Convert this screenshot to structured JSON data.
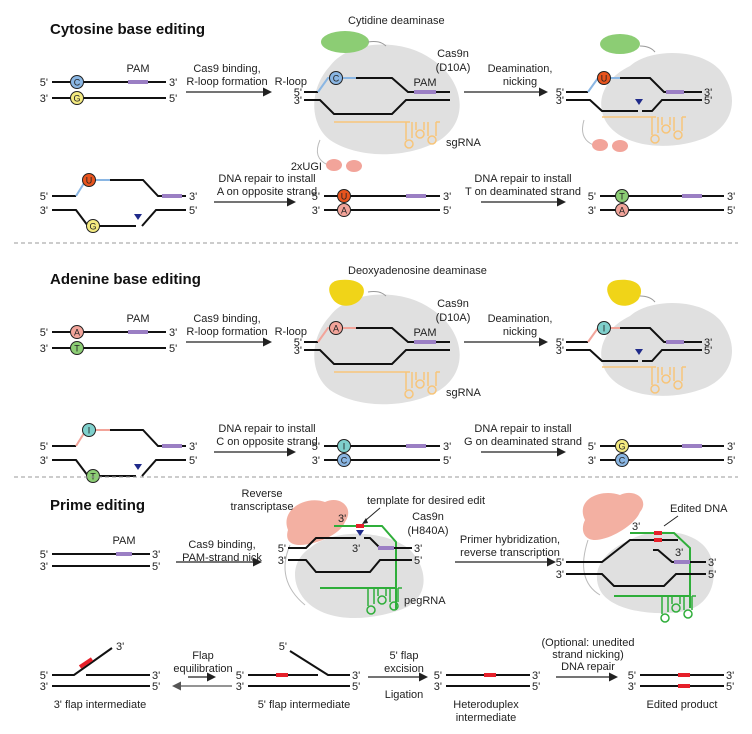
{
  "colors": {
    "strand": "#111111",
    "pam": "#9b7fc4",
    "cas9_body": "#e0e0e0",
    "cas9_label": "#a8a8a8",
    "cytidine_deaminase": "#8ccd74",
    "cytidine_label": "#6fbf4f",
    "rloop_cbe": "#8ab6e3",
    "rloop_abe": "#f2a49a",
    "ugi": "#f2a49a",
    "ugi_label": "#e98a80",
    "sgrna": "#f7c57a",
    "adenosine_deaminase": "#f0d418",
    "adenosine_label": "#d4b21a",
    "reverse_transcriptase": "#f3b0a2",
    "rt_label": "#e11d2a",
    "pegrna": "#2fae3a",
    "edit": "#e5202a",
    "nick": "#1f2a8a",
    "base_C": "#8ab6e3",
    "base_G": "#f4ea80",
    "base_U": "#e8541e",
    "base_A": "#f2a49a",
    "base_T": "#8ccd74",
    "base_I": "#7fd0cc"
  },
  "sections": {
    "cbe": {
      "title": "Cytosine base editing",
      "pam": "PAM",
      "arrow1": [
        "Cas9 binding,",
        "R-loop formation"
      ],
      "arrow2": [
        "Deamination,",
        "nicking"
      ],
      "arrow3": [
        "DNA repair to install",
        "A on opposite strand"
      ],
      "arrow4": [
        "DNA repair to install",
        "T on deaminated strand"
      ],
      "deaminase_label": "Cytidine deaminase",
      "cas9_label": [
        "Cas9n",
        "(D10A)"
      ],
      "rloop_label": "R-loop",
      "ugi_label": "2xUGI",
      "rna_label": "sgRNA",
      "bases": {
        "start_top": "C",
        "start_bottom": "G",
        "bound_top": "C",
        "deaminated": "U",
        "repair_top": "U",
        "repair_bottom": "G",
        "step3_top": "U",
        "step3_bottom": "A",
        "final_top": "T",
        "final_bottom": "A"
      }
    },
    "abe": {
      "title": "Adenine base editing",
      "pam": "PAM",
      "arrow1": [
        "Cas9 binding,",
        "R-loop formation"
      ],
      "arrow2": [
        "Deamination,",
        "nicking"
      ],
      "arrow3": [
        "DNA repair to install",
        "C on opposite strand"
      ],
      "arrow4": [
        "DNA repair to install",
        "G on deaminated strand"
      ],
      "deaminase_label": "Deoxyadenosine deaminase",
      "cas9_label": [
        "Cas9n",
        "(D10A)"
      ],
      "rloop_label": "R-loop",
      "rna_label": "sgRNA",
      "bases": {
        "start_top": "A",
        "start_bottom": "T",
        "bound_top": "A",
        "deaminated": "I",
        "repair_top": "I",
        "repair_bottom": "T",
        "step3_top": "I",
        "step3_bottom": "C",
        "final_top": "G",
        "final_bottom": "C"
      }
    },
    "pe": {
      "title": "Prime editing",
      "pam": "PAM",
      "arrow1": [
        "Cas9 binding,",
        "PAM-strand nick"
      ],
      "arrow2": [
        "Primer hybridization,",
        "reverse transcription"
      ],
      "rt_label": [
        "Reverse",
        "transcriptase"
      ],
      "template_label": "template for desired edit",
      "cas9_label": [
        "Cas9n",
        "(H840A)"
      ],
      "rna_label": "pegRNA",
      "edited_label": "Edited DNA",
      "flap_arrow": [
        "Flap",
        "equilibration"
      ],
      "excision_arrow": [
        "5' flap",
        "excision"
      ],
      "ligation": "Ligation",
      "repair_arrow": [
        "(Optional: unedited",
        "strand nicking)",
        "DNA repair"
      ],
      "captions": {
        "flap3": "3' flap intermediate",
        "flap5": "5' flap intermediate",
        "heteroduplex": [
          "Heteroduplex",
          "intermediate"
        ],
        "product": "Edited product"
      }
    }
  },
  "ends": {
    "five": "5'",
    "three": "3'"
  }
}
